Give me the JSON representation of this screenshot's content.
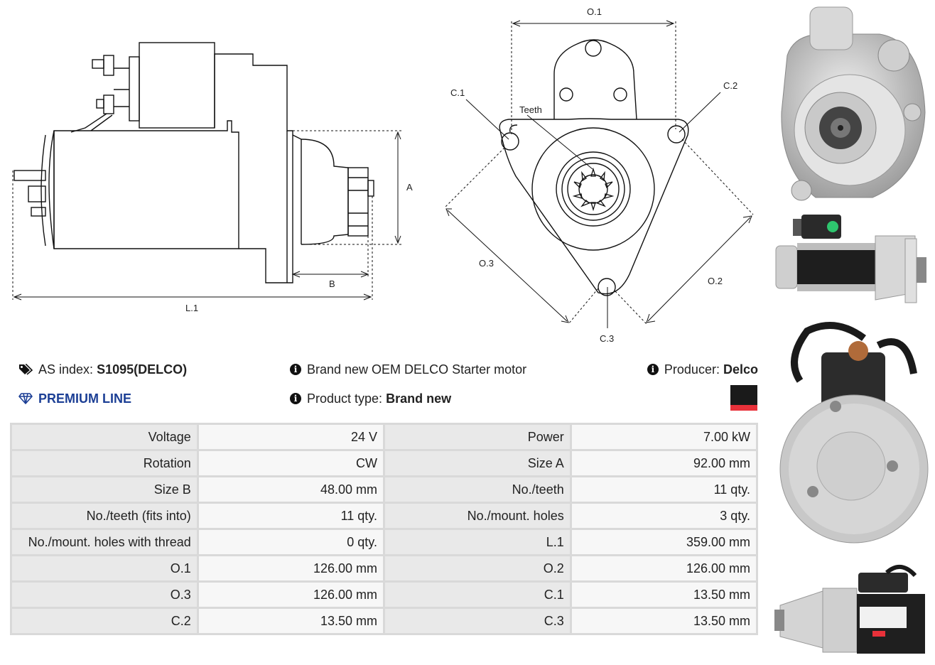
{
  "drawing_labels": {
    "o1": "O.1",
    "o2": "O.2",
    "o3": "O.3",
    "c1": "C.1",
    "c2": "C.2",
    "c3": "C.3",
    "teeth": "Teeth",
    "a": "A",
    "b": "B",
    "l1": "L.1"
  },
  "info": {
    "as_index_label": "AS index:",
    "as_index_value": "S1095(DELCO)",
    "premium_line": "PREMIUM LINE",
    "description": "Brand new OEM DELCO Starter motor",
    "product_type_label": "Product type:",
    "product_type_value": "Brand new",
    "producer_label": "Producer:",
    "producer_value": "Delco"
  },
  "colors": {
    "premium": "#1c3f95",
    "logo_dark": "#1a1a1a",
    "logo_red": "#e8313a"
  },
  "spec_rows": [
    {
      "l1": "Voltage",
      "v1": "24 V",
      "l2": "Power",
      "v2": "7.00 kW"
    },
    {
      "l1": "Rotation",
      "v1": "CW",
      "l2": "Size A",
      "v2": "92.00 mm"
    },
    {
      "l1": "Size B",
      "v1": "48.00 mm",
      "l2": "No./teeth",
      "v2": "11 qty."
    },
    {
      "l1": "No./teeth (fits into)",
      "v1": "11 qty.",
      "l2": "No./mount. holes",
      "v2": "3 qty."
    },
    {
      "l1": "No./mount. holes with thread",
      "v1": "0 qty.",
      "l2": "L.1",
      "v2": "359.00 mm"
    },
    {
      "l1": "O.1",
      "v1": "126.00 mm",
      "l2": "O.2",
      "v2": "126.00 mm"
    },
    {
      "l1": "O.3",
      "v1": "126.00 mm",
      "l2": "C.1",
      "v2": "13.50 mm"
    },
    {
      "l1": "C.2",
      "v1": "13.50 mm",
      "l2": "C.3",
      "v2": "13.50 mm"
    }
  ],
  "photos": [
    "front-view-photo",
    "side-view-photo",
    "rear-view-photo",
    "side-label-photo"
  ]
}
